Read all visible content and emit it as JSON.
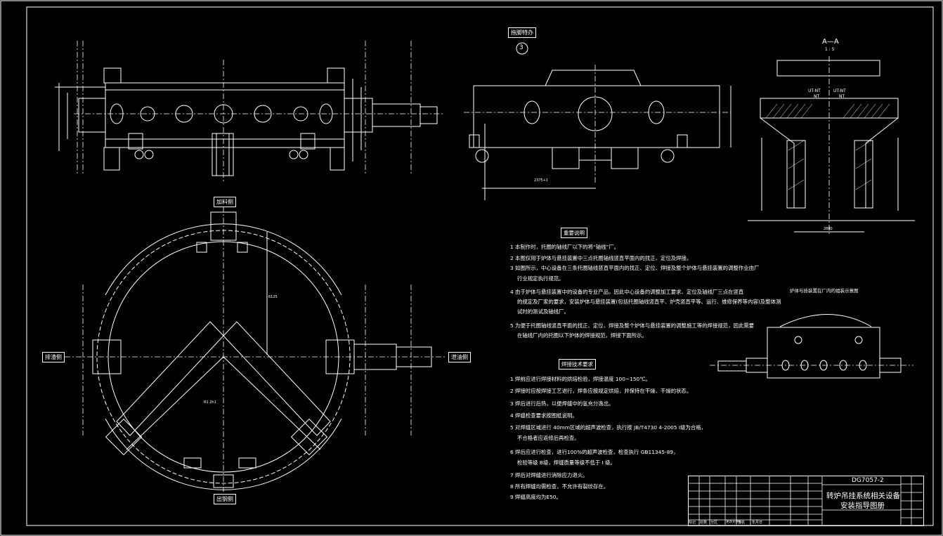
{
  "drawing": {
    "box_label": "拖脚特办",
    "circle_num": "3",
    "label_jiaoliao": "加料侧",
    "label_chugang": "出钢侧",
    "label_paizha": "排渣侧",
    "label_xiehua": "泄油侧",
    "section": {
      "title": "A—A",
      "scale": "1 : 5"
    },
    "section_labels": [
      "UT-NT",
      "UT-NT",
      "NT",
      "NT"
    ],
    "small_view_title": "炉体与挂装置在厂内的组装示意图",
    "dim_labels": [
      "2375+1",
      "R1 2h1",
      "6125",
      "2880"
    ]
  },
  "notes": {
    "section1_title": "重要说明",
    "section1_items": [
      "1 本制作时，托圈的轴线厂以下的将“轴线”厂。",
      "2 本图仅用于炉体与悬挂装置中三点托圈轴线竖直平面内的找正、定位及焊接。",
      "3 如图所示，中心设备在三条托圈轴线竖直平面内的找正、定位、焊接及整个炉体与悬挂装置的调整作业由厂",
      "行业规定执行规范。",
      "4 由于炉体与悬挂装置中的设备的专业产品，因此中心设备的调整加工要求、定位及轴线厂三点在竖直",
      "的规定及厂家的要求，安装炉体与悬挂装置(包括托圈轴线竖直平、炉壳竖直平等、运行、维修保养等内容)及整体测",
      "试时的测试及轴线厂。",
      "5 为便于托圈轴线竖直平面的找正、定位、焊接及整个炉体与悬挂装置的调整施工等的焊接规范，因此需要",
      "在轴线厂内的托圈以下炉体的焊接规范，焊接下面所示。"
    ],
    "section2_title": "焊接技术要求",
    "section2_items": [
      "1 焊前应进行焊接材料的烘焙检验，焊接温度 100~150℃。",
      "2 焊接时应按焊接工艺进行，焊条应按规定烘焙，并保持在干燥、干燥的状态。",
      "3 焊后进行后热，以便焊缝中的氢充分逸出。",
      "4 焊缝检查要求按图纸说明。",
      "5 对焊缝区域进行 40mm区域的超声波检查，执行按 JB/T4730 4-2005 I级为合格，",
      "不合格者应返修后再检查。",
      "6 焊后应进行检查，进行100%的超声波检查，检查执行 GB11345-89，",
      "检验等级 B级，焊缝质量等级不低于 I 级。",
      "7 焊后对焊缝进行消除应力退火。",
      "8 所有焊缝均需检查，不允许有裂纹存在。",
      "9 焊缝高度均为E50。"
    ]
  },
  "title_block": {
    "drawing_no": "DG7057-2",
    "title_line1": "转炉吊挂系统相关设备",
    "title_line2": "安装指导图册",
    "sign_row": [
      "标记",
      "处数",
      "分区",
      "更改文件号",
      "签名",
      "年月日"
    ]
  }
}
